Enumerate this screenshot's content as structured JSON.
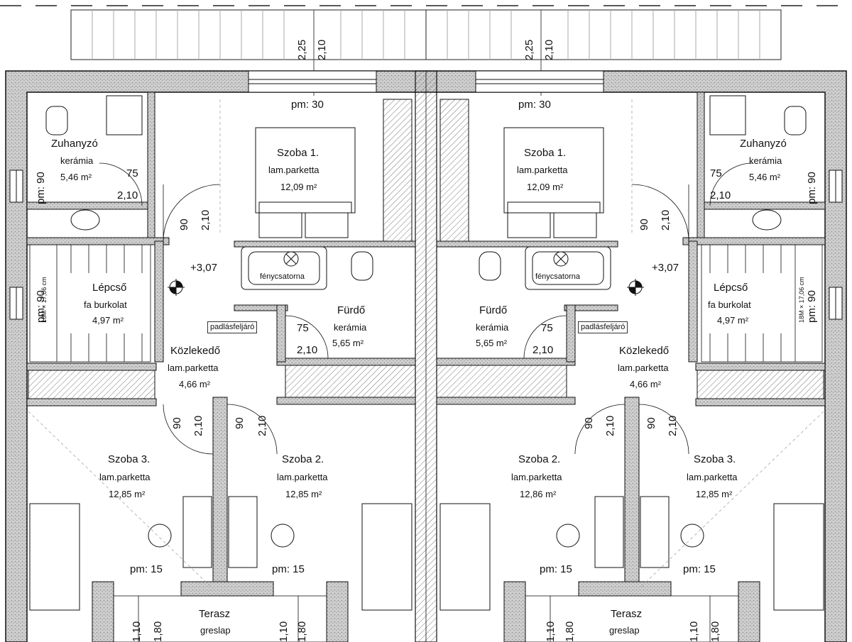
{
  "rooms": {
    "szoba1_left": {
      "name": "Szoba 1.",
      "floor": "lam.parketta",
      "area": "12,09 m²"
    },
    "szoba1_right": {
      "name": "Szoba 1.",
      "floor": "lam.parketta",
      "area": "12,09 m²"
    },
    "zuhanyzo_left": {
      "name": "Zuhanyzó",
      "floor": "kerámia",
      "area": "5,46 m²"
    },
    "zuhanyzo_right": {
      "name": "Zuhanyzó",
      "floor": "kerámia",
      "area": "5,46 m²"
    },
    "lepcso_left": {
      "name": "Lépcső",
      "floor": "fa burkolat",
      "area": "4,97 m²"
    },
    "lepcso_right": {
      "name": "Lépcső",
      "floor": "fa burkolat",
      "area": "4,97 m²"
    },
    "furdo_left": {
      "name": "Fürdő",
      "floor": "kerámia",
      "area": "5,65 m²"
    },
    "furdo_right": {
      "name": "Fürdő",
      "floor": "kerámia",
      "area": "5,65 m²"
    },
    "kozlekedo_left": {
      "name": "Közlekedő",
      "floor": "lam.parketta",
      "area": "4,66 m²"
    },
    "kozlekedo_right": {
      "name": "Közlekedő",
      "floor": "lam.parketta",
      "area": "4,66 m²"
    },
    "szoba3_left": {
      "name": "Szoba 3.",
      "floor": "lam.parketta",
      "area": "12,85 m²"
    },
    "szoba2_left": {
      "name": "Szoba 2.",
      "floor": "lam.parketta",
      "area": "12,85 m²"
    },
    "szoba2_right": {
      "name": "Szoba 2.",
      "floor": "lam.parketta",
      "area": "12,86 m²"
    },
    "szoba3_right": {
      "name": "Szoba 3.",
      "floor": "lam.parketta",
      "area": "12,85 m²"
    },
    "terasz_left": {
      "name": "Terasz",
      "floor": "greslap"
    },
    "terasz_right": {
      "name": "Terasz",
      "floor": "greslap"
    }
  },
  "labels": {
    "pm30": "pm: 30",
    "pm90": "pm: 90",
    "pm15": "pm: 15",
    "d225": "2,25",
    "d210": "2,10",
    "d75": "75",
    "d90": "90",
    "d110": "1,10",
    "d180": "1,80",
    "level": "+3,07",
    "fenycsatorna": "fénycsatorna",
    "padlasfeljaro": "padlásfeljáró",
    "stair_calc": "18M × 17,06 cm"
  },
  "colors": {
    "line": "#1a1a1a",
    "wall": "#bdbdbd",
    "background": "#ffffff"
  }
}
